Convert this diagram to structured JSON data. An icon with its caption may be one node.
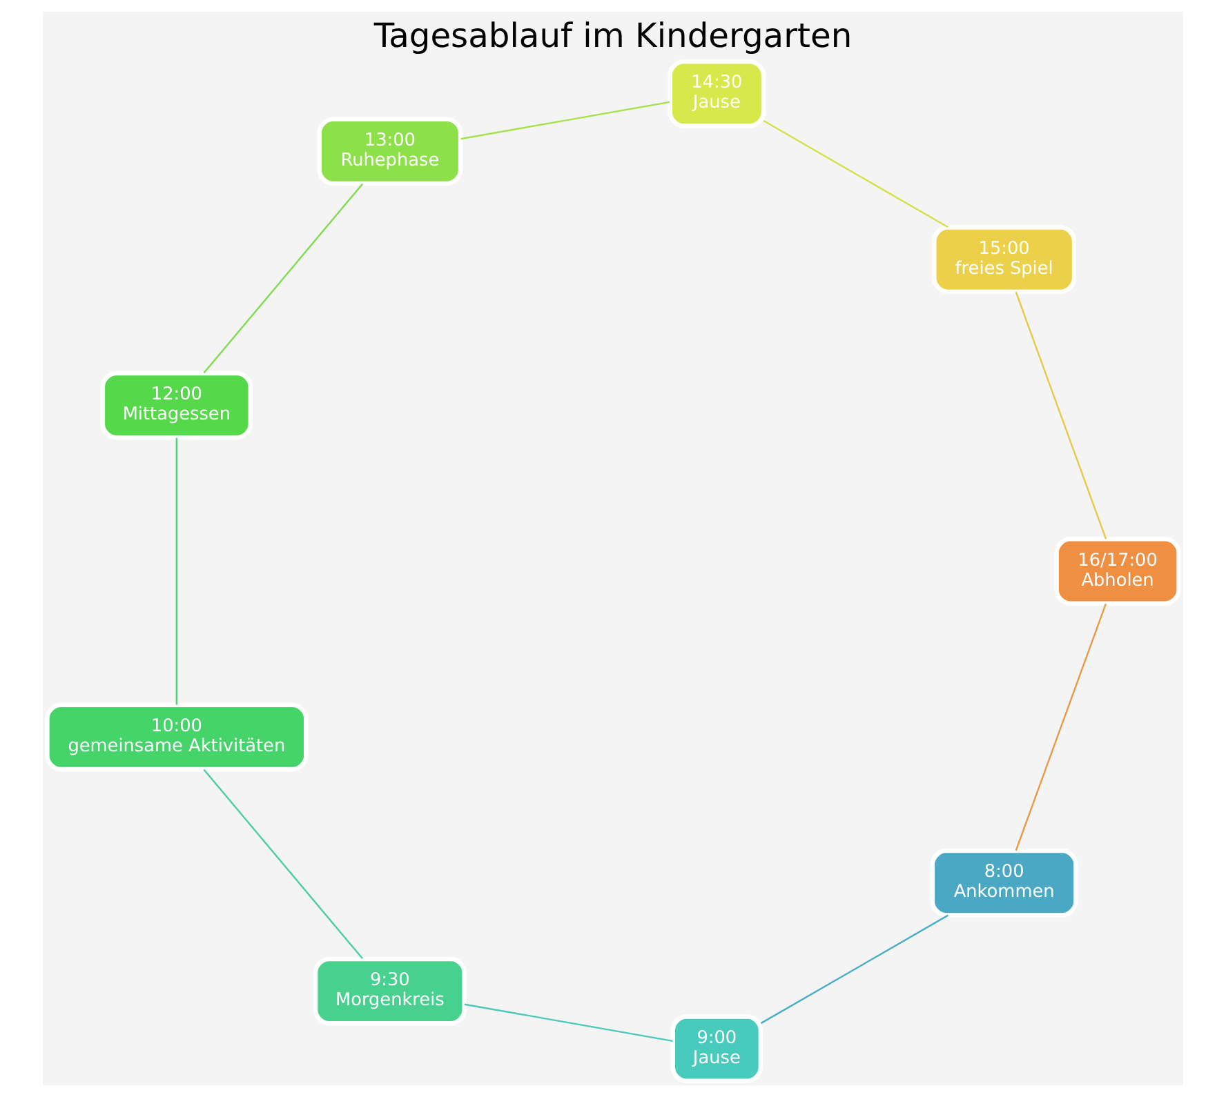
{
  "diagram": {
    "title": "Tagesablauf im Kindergarten",
    "nodes": [
      {
        "text": [
          "8:00",
          "Ankommen"
        ]
      },
      {
        "text": [
          "9:00",
          "Jause"
        ]
      },
      {
        "text": [
          "9:30",
          "Morgenkreis"
        ]
      },
      {
        "text": [
          "10:00",
          "gemeinsame Aktivitäten"
        ]
      },
      {
        "text": [
          "12:00",
          "Mittagessen"
        ]
      },
      {
        "text": [
          "13:00",
          "Ruhephase"
        ]
      },
      {
        "text": [
          "14:30",
          "Jause"
        ]
      },
      {
        "text": [
          "15:00",
          "freies Spiel"
        ]
      },
      {
        "text": [
          "16/17:00",
          "Abholen"
        ]
      }
    ],
    "edges": [
      {
        "from": 0,
        "to": 1,
        "arrow": "none",
        "color": "#4aaec4"
      },
      {
        "from": 1,
        "to": 2,
        "arrow": "none",
        "color": "#4cc9b8"
      },
      {
        "from": 2,
        "to": 3,
        "arrow": "none",
        "color": "#4ccf9a"
      },
      {
        "from": 3,
        "to": 4,
        "arrow": "none",
        "color": "#52d07a"
      },
      {
        "from": 4,
        "to": 5,
        "arrow": "none",
        "color": "#7fdc4e"
      },
      {
        "from": 5,
        "to": 6,
        "arrow": "none",
        "color": "#a6e04a"
      },
      {
        "from": 6,
        "to": 7,
        "arrow": "none",
        "color": "#d4e04a"
      },
      {
        "from": 7,
        "to": 8,
        "arrow": "none",
        "color": "#e8c84a"
      },
      {
        "from": 8,
        "to": 0,
        "arrow": "none",
        "color": "#e89a4a"
      }
    ]
  }
}
